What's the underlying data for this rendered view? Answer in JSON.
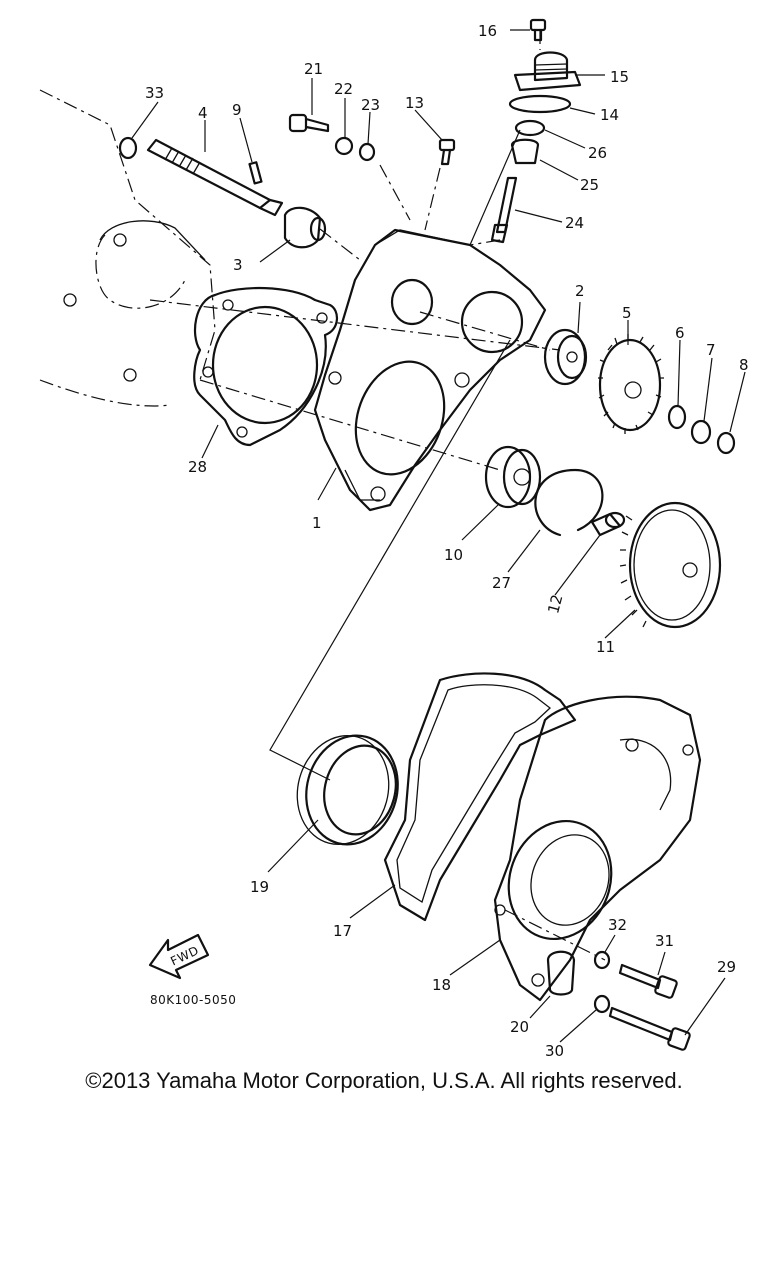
{
  "diagram": {
    "labels": [
      "1",
      "2",
      "3",
      "4",
      "5",
      "6",
      "7",
      "8",
      "9",
      "10",
      "11",
      "12",
      "13",
      "14",
      "15",
      "16",
      "17",
      "18",
      "19",
      "20",
      "21",
      "22",
      "23",
      "24",
      "25",
      "26",
      "27",
      "28",
      "29",
      "30",
      "31",
      "32",
      "33"
    ],
    "fwd_label": "FWD",
    "drawing_code": "80K100-5050"
  },
  "footer": {
    "copyright": "©2013 Yamaha Motor Corporation, U.S.A. All rights reserved."
  }
}
